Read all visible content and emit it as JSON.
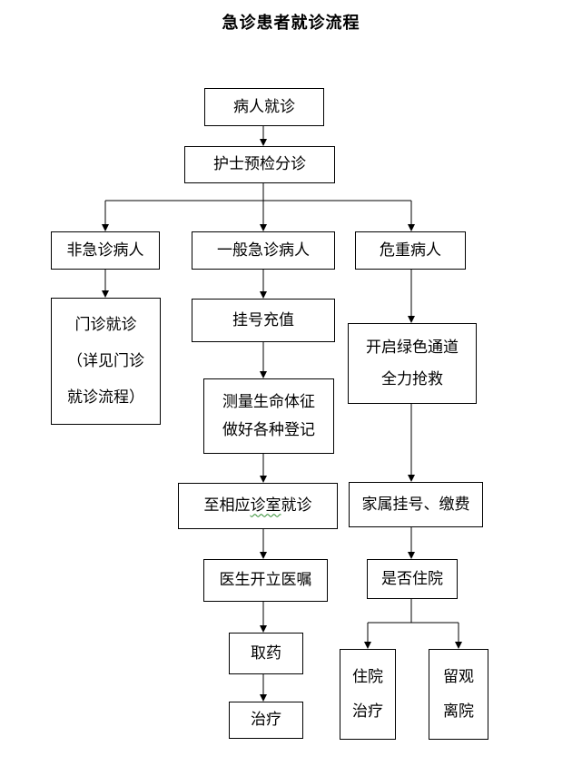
{
  "title": "急诊患者就诊流程",
  "nodes": {
    "patient_visit": "病人就诊",
    "triage": "护士预检分诊",
    "non_emergency": "非急诊病人",
    "outpatient": [
      "门诊就诊",
      "（详见门诊",
      "就诊流程）"
    ],
    "general_emergency": "一般急诊病人",
    "register_pay": "挂号充值",
    "vitals": [
      "测量生命体征",
      "做好各种登记"
    ],
    "dept_visit_prefix": "至相应",
    "dept_visit_highlight": "诊室",
    "dept_visit_suffix": "就诊",
    "doctor_order": "医生开立医嘱",
    "get_medicine": "取药",
    "treatment": "治疗",
    "critical": "危重病人",
    "green_channel": [
      "开启绿色通道",
      "全力抢救"
    ],
    "family_register": "家属挂号、缴费",
    "hospitalize_q": "是否住院",
    "inpatient": [
      "住院",
      "治疗"
    ],
    "observe": [
      "留观",
      "离院"
    ]
  }
}
